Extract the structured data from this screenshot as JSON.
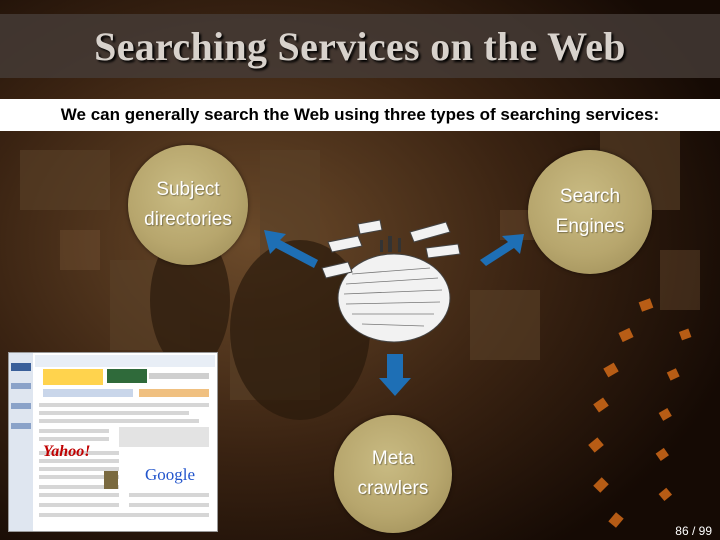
{
  "slide": {
    "title": "Searching Services on the Web",
    "subtitle": "We can generally search the Web using three types of searching services:",
    "page_number": "86 / 99"
  },
  "nodes": [
    {
      "lines": [
        "Subject",
        "directories"
      ]
    },
    {
      "lines": [
        "Search",
        "Engines"
      ]
    },
    {
      "lines": [
        "Meta",
        "crawlers"
      ]
    }
  ],
  "screenshot_text": {
    "left_logo": "Yahoo!",
    "right_logo": "Google"
  },
  "colors": {
    "circle_fill": "#b7a66d",
    "arrow_blue": "#1e6fb5",
    "subtitle_bg": "#ffffff",
    "title_bar": "#4a3f3a"
  }
}
